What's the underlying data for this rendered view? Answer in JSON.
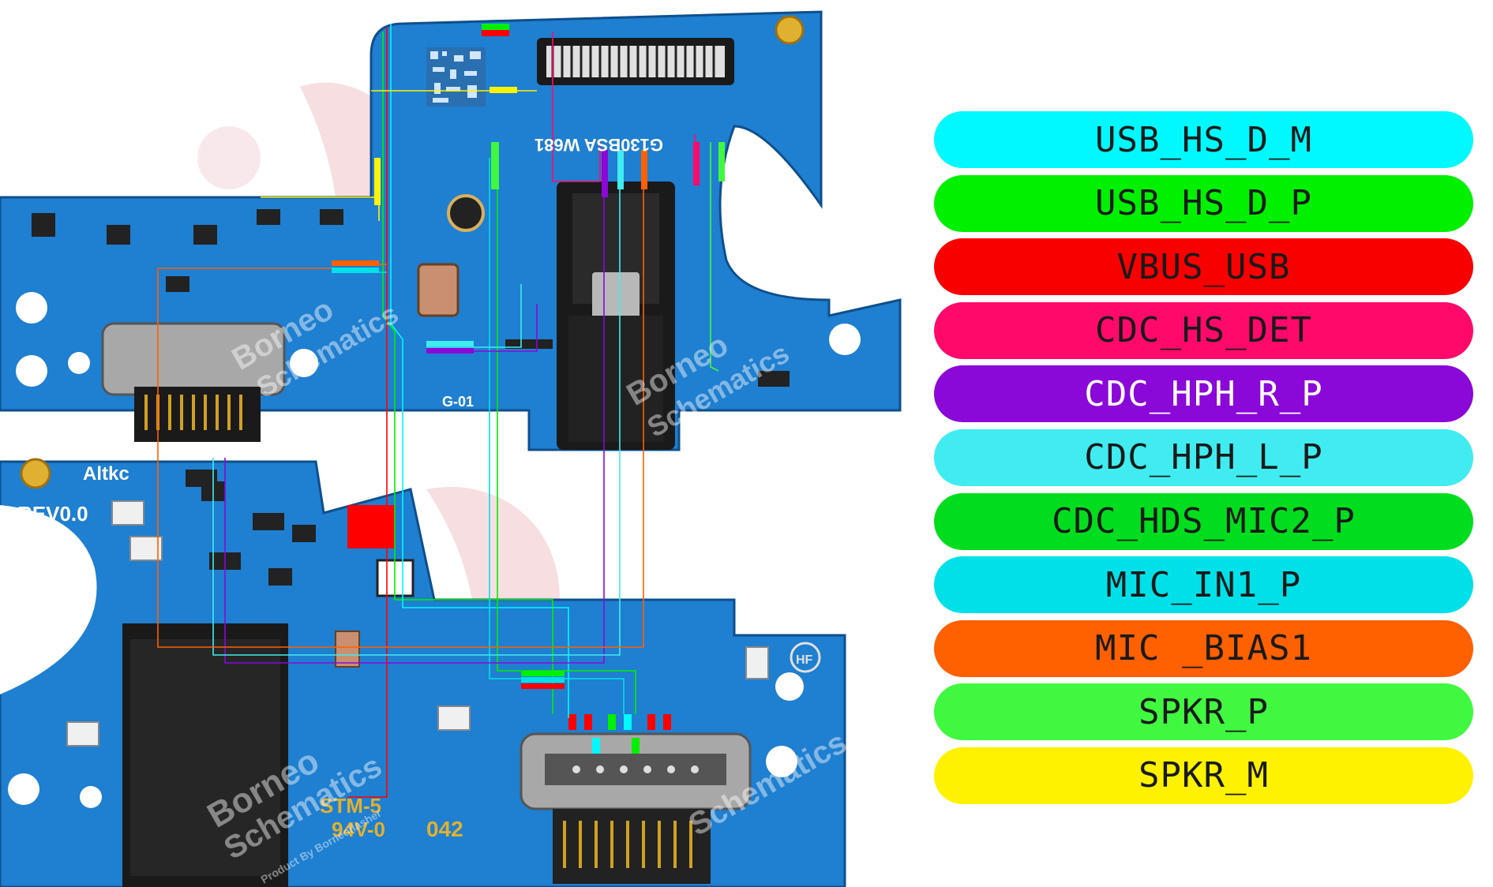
{
  "legend": [
    {
      "label": "USB_HS_D_M",
      "color": "#00f8ff",
      "text_color": "#1a1a1a"
    },
    {
      "label": "USB_HS_D_P",
      "color": "#00f000",
      "text_color": "#1a1a1a"
    },
    {
      "label": "VBUS_USB",
      "color": "#f80000",
      "text_color": "#1a1a1a"
    },
    {
      "label": "CDC_HS_DET",
      "color": "#ff0a6a",
      "text_color": "#1a1a1a"
    },
    {
      "label": "CDC_HPH_R_P",
      "color": "#8a08d8",
      "text_color": "#ffffff"
    },
    {
      "label": "CDC_HPH_L_P",
      "color": "#40ecf0",
      "text_color": "#1a1a1a"
    },
    {
      "label": "CDC_HDS_MIC2_P",
      "color": "#00dd1e",
      "text_color": "#1a1a1a"
    },
    {
      "label": "MIC_IN1_P",
      "color": "#00e0e8",
      "text_color": "#1a1a1a"
    },
    {
      "label": "MIC _BIAS1",
      "color": "#ff6000",
      "text_color": "#1a1a1a"
    },
    {
      "label": "SPKR_P",
      "color": "#40f840",
      "text_color": "#1a1a1a"
    },
    {
      "label": "SPKR_M",
      "color": "#fff200",
      "text_color": "#1a1a1a"
    }
  ],
  "board": {
    "silkscreen": {
      "rev": "REV0.0",
      "model": "Altkc",
      "part": "G-01",
      "stm": "STM-5",
      "rating": "94V-0",
      "code": "042",
      "flex_code": "G130BSA W681",
      "hf": "HF"
    },
    "watermark": {
      "brand": "Borneo",
      "sub": "Schematics",
      "credit": "Product By Borneoflasher"
    },
    "colors": {
      "pcb": "#1f7fd0",
      "pcb_dark": "#12589a",
      "pcb_edge": "#0f4f8c"
    }
  }
}
